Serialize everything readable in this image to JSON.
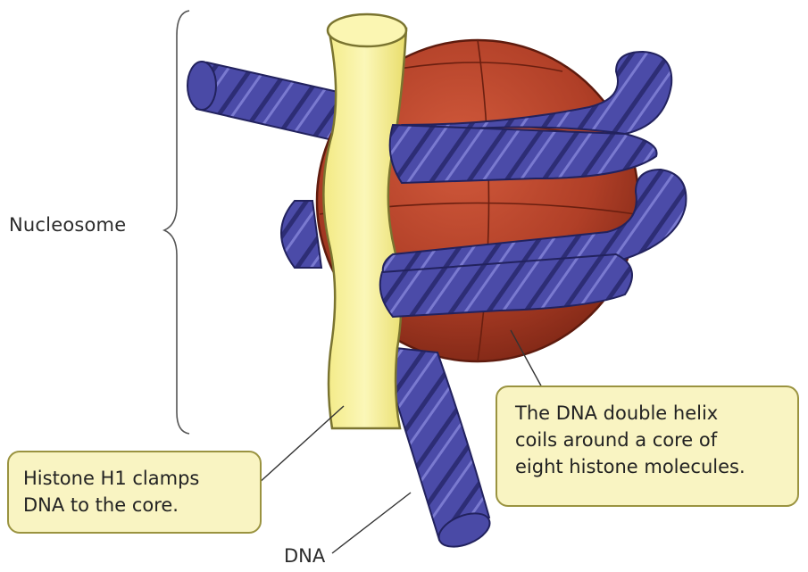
{
  "labels": {
    "nucleosome": "Nucleosome",
    "dna": "DNA"
  },
  "callouts": {
    "histone_h1": [
      "Histone H1 clamps",
      "DNA to the core."
    ],
    "helix": [
      "The DNA double helix",
      "coils around a core of",
      "eight histone molecules."
    ]
  },
  "colors": {
    "dna_blue": "#4a4aa6",
    "dna_dark": "#2c2c72",
    "histone_core": "#b5412a",
    "histone_h1": "#f6f099",
    "callout_fill": "#f9f4c2"
  }
}
